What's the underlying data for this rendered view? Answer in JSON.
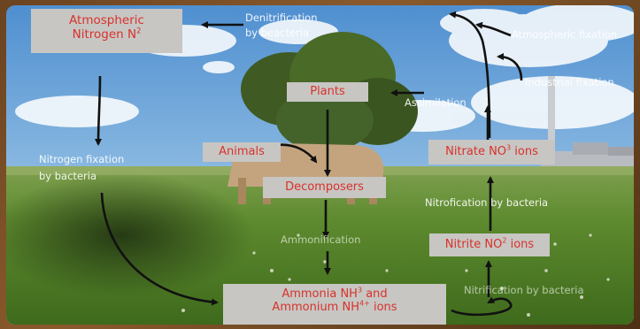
{
  "diagram": {
    "nodes": {
      "atmospheric_nitrogen": {
        "line1": "Atmospheric",
        "line2_prefix": "Nitrogen N",
        "line2_sup": "2"
      },
      "plants": "Plants",
      "animals": "Animals",
      "decomposers": "Decomposers",
      "nitrate": {
        "prefix": "Nitrate NO",
        "sup": "3",
        "suffix": " ions"
      },
      "nitrite": {
        "prefix": "Nitrite NO",
        "sup": "2",
        "suffix": " ions"
      },
      "ammonia": {
        "line1_prefix": "Ammonia NH",
        "line1_sup": "3",
        "line1_suffix": " and",
        "line2_prefix": "Ammonium NH",
        "line2_sup": "4+",
        "line2_suffix": " ions"
      }
    },
    "labels": {
      "denitrification_1": "Denitrification",
      "denitrification_2": "by beacteria",
      "atmospheric_fixation": "Atmospheric fixation",
      "industrial_fixation": "Industrial fixation",
      "assimilation": "Assimilation",
      "nitrogen_fixation_1": "Nitrogen fixation",
      "nitrogen_fixation_2": "by bacteria",
      "nitrification": "Nitrofication by bacteria",
      "ammonification": "Ammonification",
      "nitrification_bottom": "Nitrification by bacteria"
    },
    "colors": {
      "box_bg": "#c7c6c3",
      "box_text": "#d9322b",
      "arrow": "#111111",
      "frame": "#6b4320"
    }
  }
}
